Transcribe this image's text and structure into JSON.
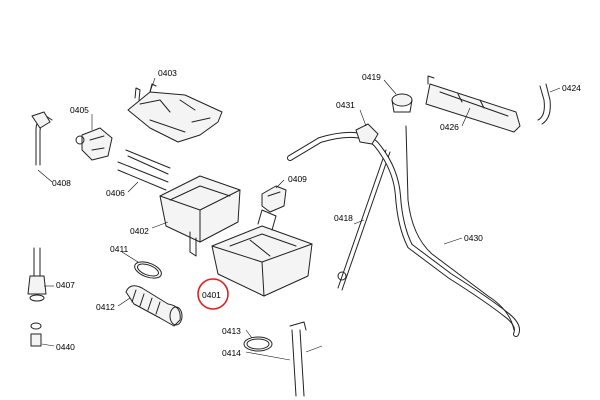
{
  "parts": {
    "p0401": "0401",
    "p0402": "0402",
    "p0403": "0403",
    "p0405": "0405",
    "p0406": "0406",
    "p0407": "0407",
    "p0408": "0408",
    "p0409": "0409",
    "p0411": "0411",
    "p0412": "0412",
    "p0413": "0413",
    "p0414": "0414",
    "p0418": "0418",
    "p0419": "0419",
    "p0424": "0424",
    "p0426": "0426",
    "p0430": "0430",
    "p0431": "0431",
    "p0440": "0440"
  },
  "highlight_color": "#e02020"
}
